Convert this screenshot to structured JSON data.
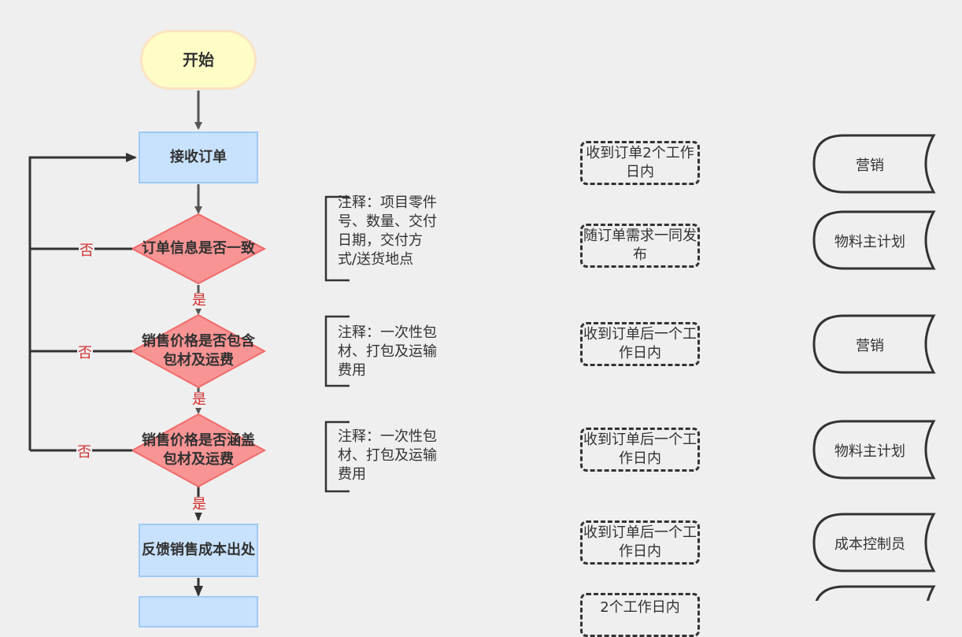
{
  "flow": {
    "start": "开始",
    "receive_order": "接收订单",
    "check_order": "订单信息是否一致",
    "check_packaging": "销售价格是否包含包材及运费",
    "check_cover": "销售价格是否涵盖包材及运费",
    "feedback": "反馈销售成本出处",
    "yes": "是",
    "no": "否"
  },
  "notes": [
    "注释：项目零件号、数量、交付日期，交付方式/送货地点",
    "注释：一次性包材、打包及运输费用",
    "注释：一次性包材、打包及运输费用"
  ],
  "timings": [
    "收到订单2个工作日内",
    "随订单需求一同发布",
    "收到订单后一个工作日内",
    "收到订单后一个工作日内",
    "收到订单后一个工作日内",
    "2个工作日内"
  ],
  "roles": [
    "营销",
    "物料主计划",
    "营销",
    "物料主计划",
    "成本控制员"
  ],
  "colors": {
    "start_fill": "#fffdc6",
    "process_fill": "#c8e2fd",
    "decision_fill": "#f89494",
    "decision_stroke": "#f26a6a",
    "edge_label": "#d23030"
  }
}
